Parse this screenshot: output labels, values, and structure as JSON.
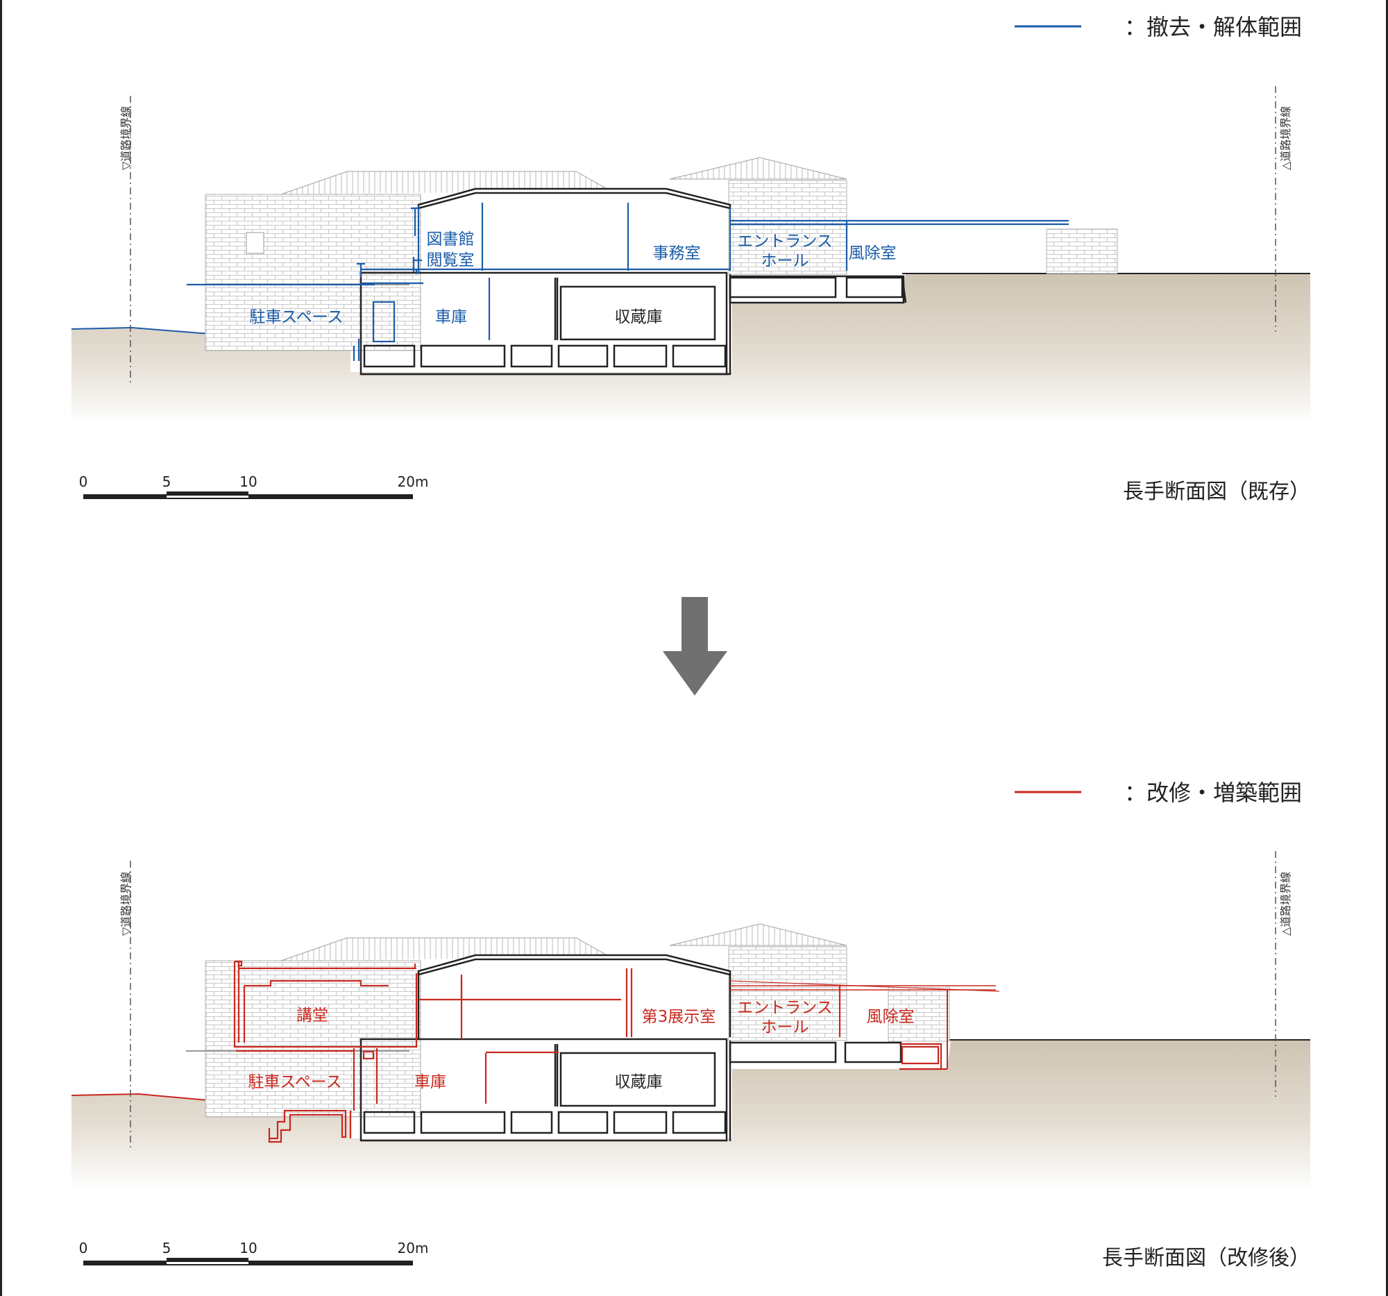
{
  "colors": {
    "demolition": "#1a5ca8",
    "renovation": "#c8281e",
    "existing": "#222222",
    "ground": "#d6cdbf",
    "arrow": "#707070"
  },
  "boundary_label": "▽道路境界線",
  "boundary_label_right": "△道路境界線",
  "scale_bar": {
    "ticks": [
      "0",
      "5",
      "10",
      "20m"
    ]
  },
  "top": {
    "legend_text": "：撤去・解体範囲",
    "title": "長手断面図（既存）",
    "rooms": {
      "library_1": "図書館",
      "library_2": "閲覧室",
      "office": "事務室",
      "entrance_1": "エントランス",
      "entrance_2": "ホール",
      "windbreak": "風除室",
      "parking": "駐車スペース",
      "garage": "車庫",
      "storage": "収蔵庫"
    }
  },
  "bottom": {
    "legend_text": "：改修・増築範囲",
    "title": "長手断面図（改修後）",
    "rooms": {
      "auditorium": "講堂",
      "gallery3": "第3展示室",
      "entrance_1": "エントランス",
      "entrance_2": "ホール",
      "windbreak": "風除室",
      "parking": "駐車スペース",
      "garage": "車庫",
      "storage": "収蔵庫"
    }
  }
}
